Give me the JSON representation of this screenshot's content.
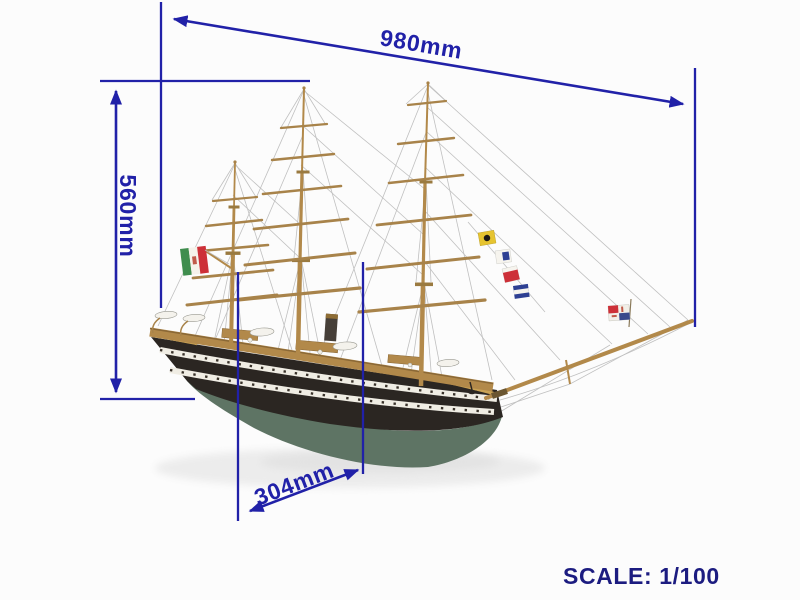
{
  "dimensions": {
    "length": {
      "label": "980mm"
    },
    "height": {
      "label": "560mm"
    },
    "width": {
      "label": "304mm"
    }
  },
  "scale": {
    "label": "SCALE: 1/100"
  },
  "colors": {
    "background": "#fcfcfc",
    "dimension_blue": "#2121a8",
    "scale_navy": "#1c1c80",
    "hull_black": "#2b2622",
    "hull_green": "#5e7464",
    "stripe_white": "#f0ede4",
    "wood": "#b2894a",
    "wood_dark": "#8a6836",
    "gold": "#c9a254",
    "rigging": "#bdbdbd",
    "flag_green": "#3f8d4e",
    "flag_red": "#cd3038",
    "flag_blue": "#2e4093",
    "flag_yellow": "#e6c430",
    "funnel": "#463f38",
    "shadow": "#ececec",
    "boat_white": "#f4f2ec"
  },
  "ship": {
    "flags": [
      {
        "name": "italian-ensign-flag"
      },
      {
        "name": "signal-flag-yellow-black-disc"
      },
      {
        "name": "signal-flag-white-blue-square"
      },
      {
        "name": "signal-flag-white-red"
      },
      {
        "name": "signal-flag-blue-white-blue"
      },
      {
        "name": "bow-jack-flag"
      }
    ]
  }
}
